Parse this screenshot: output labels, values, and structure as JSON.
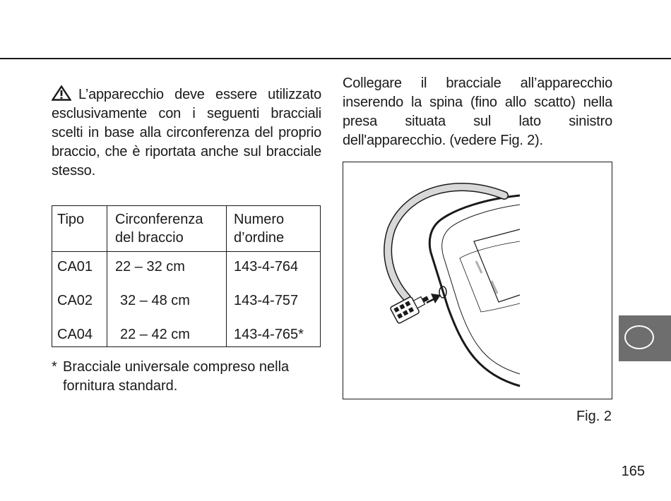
{
  "left_column": {
    "warning_text": "L’apparecchio deve essere utilizzato esclusivamente con i seguenti bracciali scelti in base alla circonferenza del proprio braccio, che è riportata anche sul bracciale stesso."
  },
  "table": {
    "headers": [
      {
        "line1": "Tipo",
        "line2": ""
      },
      {
        "line1": "Circonferenza",
        "line2": "del braccio"
      },
      {
        "line1": "Numero",
        "line2": "d’ordine"
      }
    ],
    "rows": [
      {
        "type": "CA01",
        "circumference": "22 – 32 cm",
        "order_number": "143-4-764"
      },
      {
        "type": "CA02",
        "circumference": "32 – 48 cm",
        "order_number": "143-4-757"
      },
      {
        "type": "CA04",
        "circumference": "22 – 42 cm",
        "order_number": "143-4-765*"
      }
    ]
  },
  "footnote": {
    "marker": "*",
    "text": "Bracciale universale compreso nella fornitura standard."
  },
  "right_column": {
    "instruction_text": "Collegare il bracciale all’apparecchio inserendo la spina (fino allo scatto) nella presa situata sul lato sinistro dell'apparecchio. (vedere Fig. 2)."
  },
  "figure": {
    "caption": "Fig. 2"
  },
  "page_number": "165",
  "colors": {
    "text": "#1a1a1a",
    "tab_gray": "#6e6e6e"
  }
}
